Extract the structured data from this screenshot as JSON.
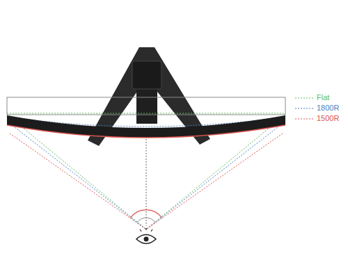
{
  "diagram": {
    "legend": [
      {
        "text": "Flat"
      },
      {
        "text": "1800R"
      },
      {
        "text": "1500R"
      }
    ]
  }
}
